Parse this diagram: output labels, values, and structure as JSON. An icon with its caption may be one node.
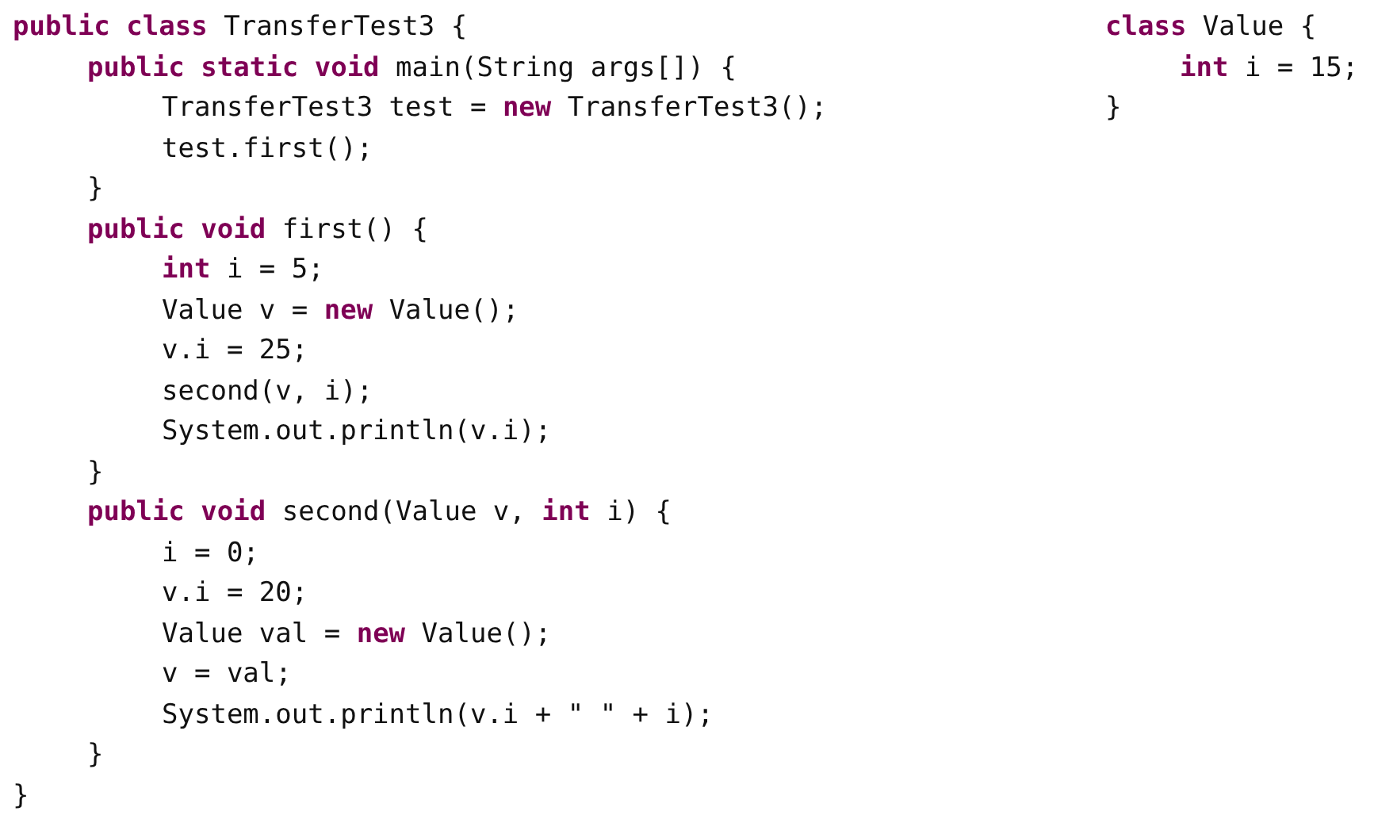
{
  "diagram": {
    "labels": [
      "**public** **class** TransferTest3 {",
      "**public** **static** **void** main(String args[]) {",
      "TransferTest3 test = **new** TransferTest3();",
      "test.first();",
      "}",
      "**public** **void** first() {",
      "**int** i = 5;",
      "Value v = **new** Value();",
      "v.i = 25;",
      "second(v, i);",
      "System.out.println(v.i);",
      "}",
      "**public** **void** second(Value v, **int** i) {",
      "i = 0;",
      "v.i = 20;",
      "Value val = **new** Value();",
      "v = val;",
      "System.out.println(v.i + \" \" + i);",
      "}",
      "}",
      "**class** Value {",
      "**int** i = 15;",
      "}"
    ]
  }
}
